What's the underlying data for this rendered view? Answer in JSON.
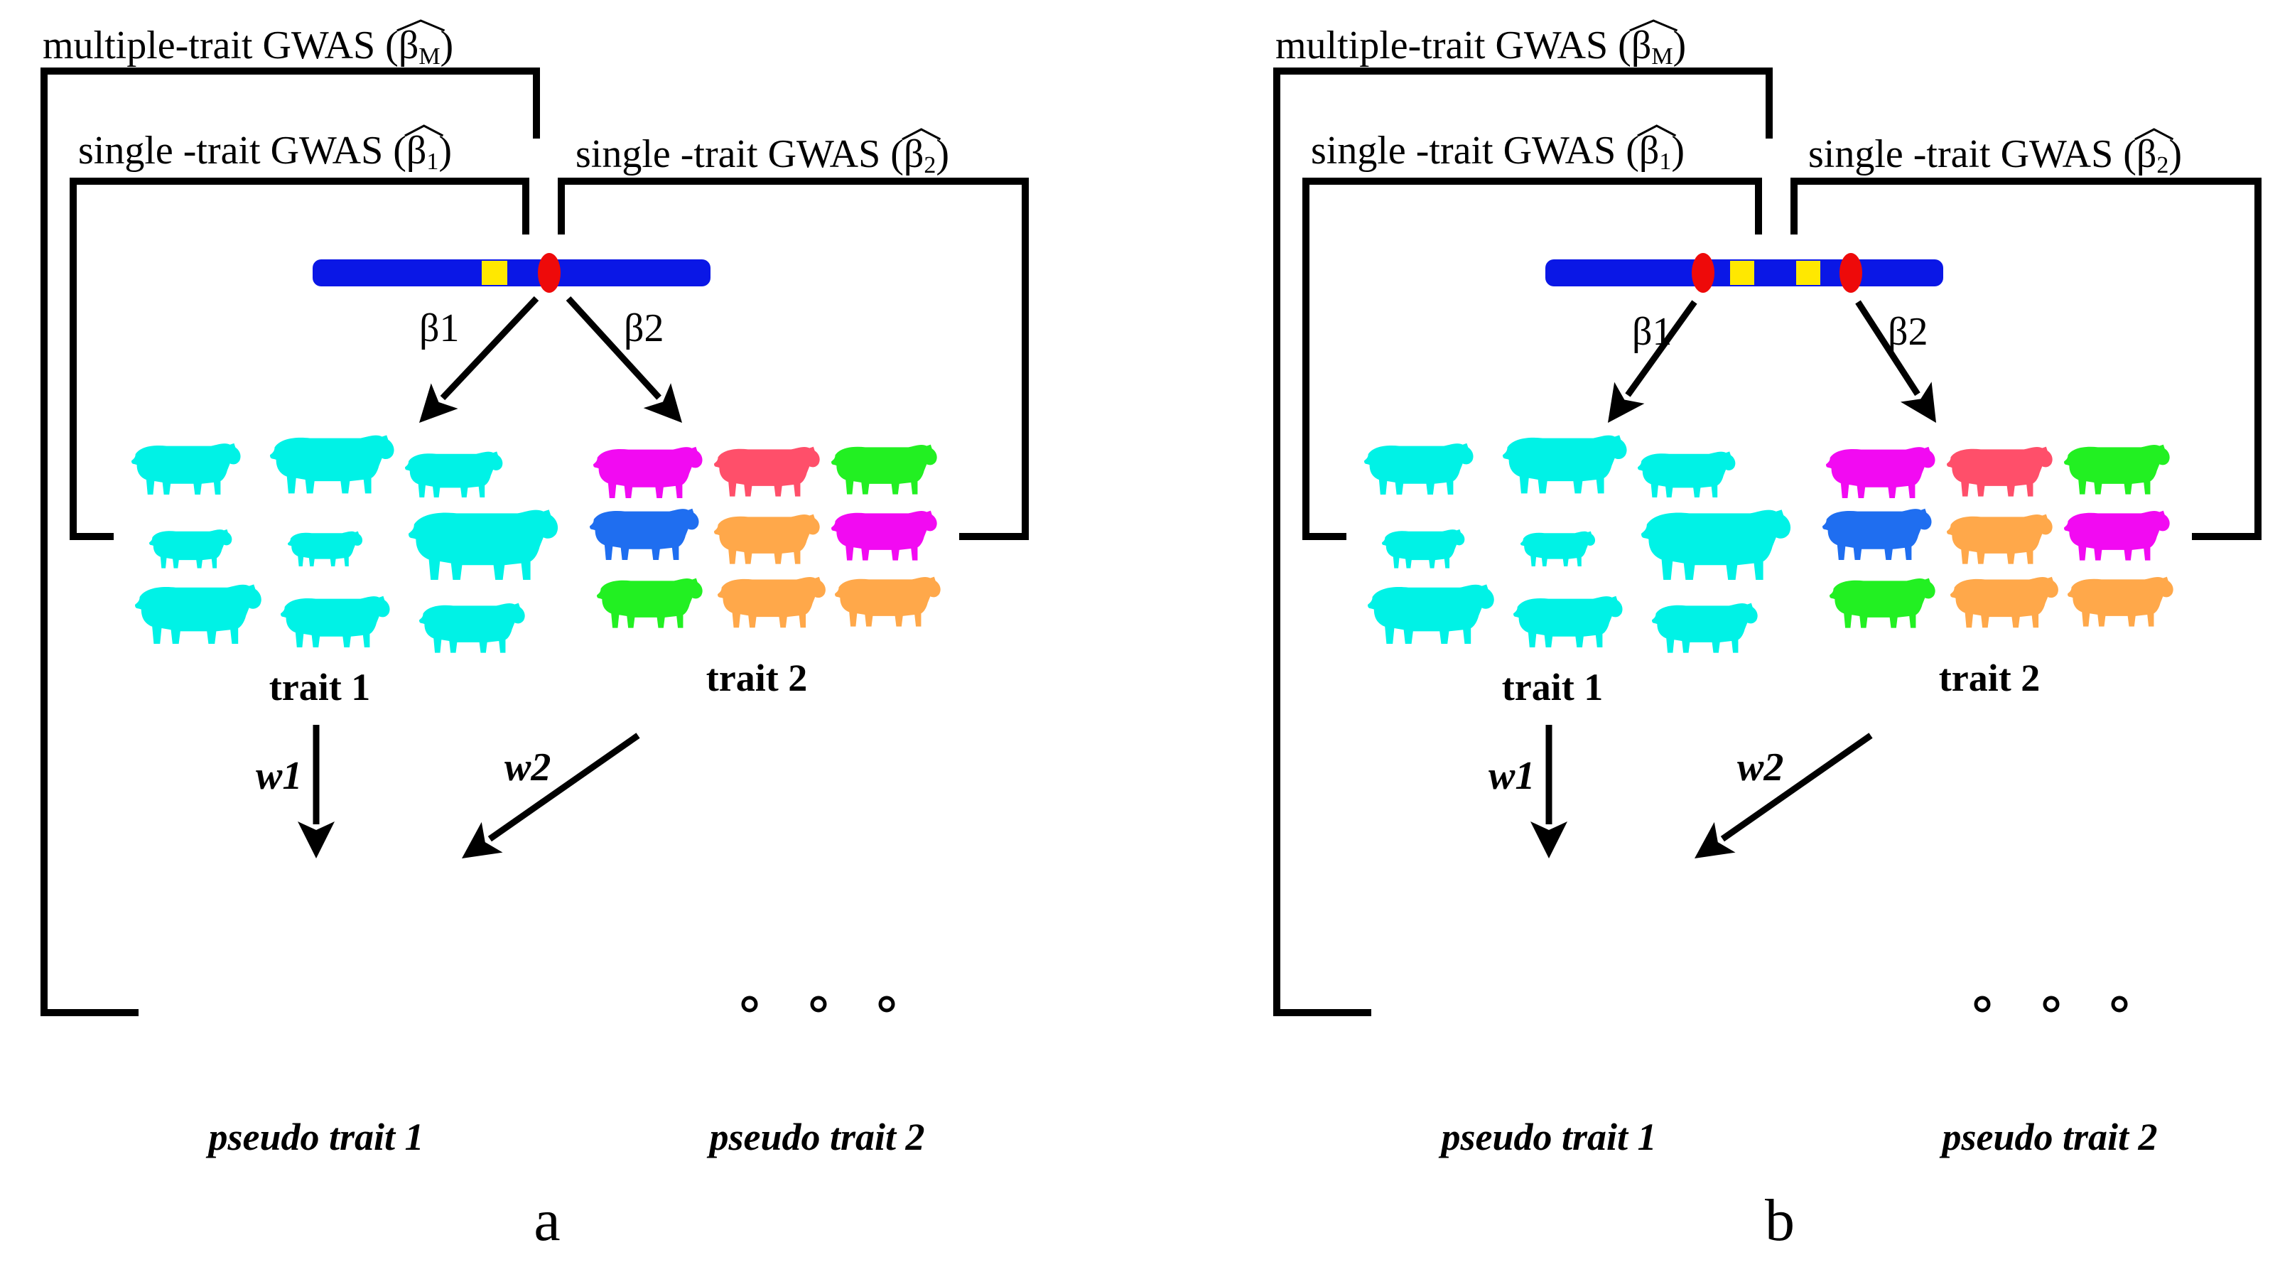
{
  "colors": {
    "chromosome": "#0a17e6",
    "snp_yellow": "#ffe800",
    "snp_red": "#ee0a0a",
    "cyan": "#00f2e6",
    "magenta": "#f20af2",
    "coral": "#ff4f6a",
    "green": "#22f022",
    "blue": "#1f6ef0",
    "orange": "#ffa84a"
  },
  "panels": [
    {
      "id": "a",
      "letter": "a",
      "label_multi": "multiple-trait GWAS (",
      "label_multi_hat": "β",
      "label_multi_sub": "M",
      "label_single1": "single -trait GWAS (",
      "label_single1_hat": "β",
      "label_single1_sub": "1",
      "label_single2": "single -trait GWAS (",
      "label_single2_hat": "β",
      "label_single2_sub": "2",
      "close_paren": ")",
      "beta1": "β1",
      "beta2": "β2",
      "trait1": "trait 1",
      "trait2": "trait 2",
      "w1": "w1",
      "w2": "w2",
      "pseudo1": "pseudo trait 1",
      "pseudo2": "pseudo trait 2",
      "markers": "one shared red QTL"
    },
    {
      "id": "b",
      "letter": "b",
      "label_multi": "multiple-trait GWAS (",
      "label_multi_hat": "β",
      "label_multi_sub": "M",
      "label_single1": "single -trait GWAS (",
      "label_single1_hat": "β",
      "label_single1_sub": "1",
      "label_single2": "single -trait GWAS (",
      "label_single2_hat": "β",
      "label_single2_sub": "2",
      "close_paren": ")",
      "beta1": "β1",
      "beta2": "β2",
      "trait1": "trait 1",
      "trait2": "trait 2",
      "w1": "w1",
      "w2": "w2",
      "pseudo1": "pseudo trait 1",
      "pseudo2": "pseudo trait 2",
      "markers": "two separate red QTLs"
    }
  ]
}
